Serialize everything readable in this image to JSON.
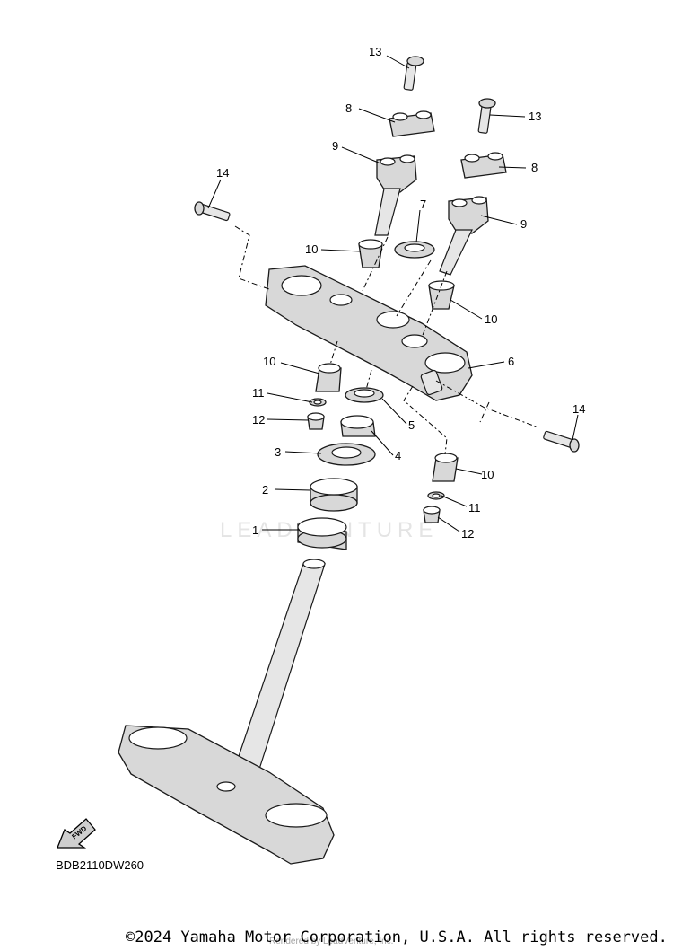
{
  "diagram": {
    "code": "BDB2110DW260",
    "fwd_label": "FWD",
    "watermark": "LEADVENTURE",
    "callouts": {
      "c1": "1",
      "c2": "2",
      "c3": "3",
      "c4": "4",
      "c5": "5",
      "c6": "6",
      "c7": "7",
      "c8a": "8",
      "c8b": "8",
      "c9a": "9",
      "c9b": "9",
      "c10a": "10",
      "c10b": "10",
      "c10c": "10",
      "c10d": "10",
      "c11a": "11",
      "c11b": "11",
      "c12a": "12",
      "c12b": "12",
      "c13a": "13",
      "c13b": "13",
      "c14a": "14",
      "c14b": "14"
    }
  },
  "footer": {
    "copyright": "©2024 Yamaha Motor Corporation, U.S.A. All rights reserved.",
    "rendered_by": "Rendered by LeadVenture, Inc."
  }
}
